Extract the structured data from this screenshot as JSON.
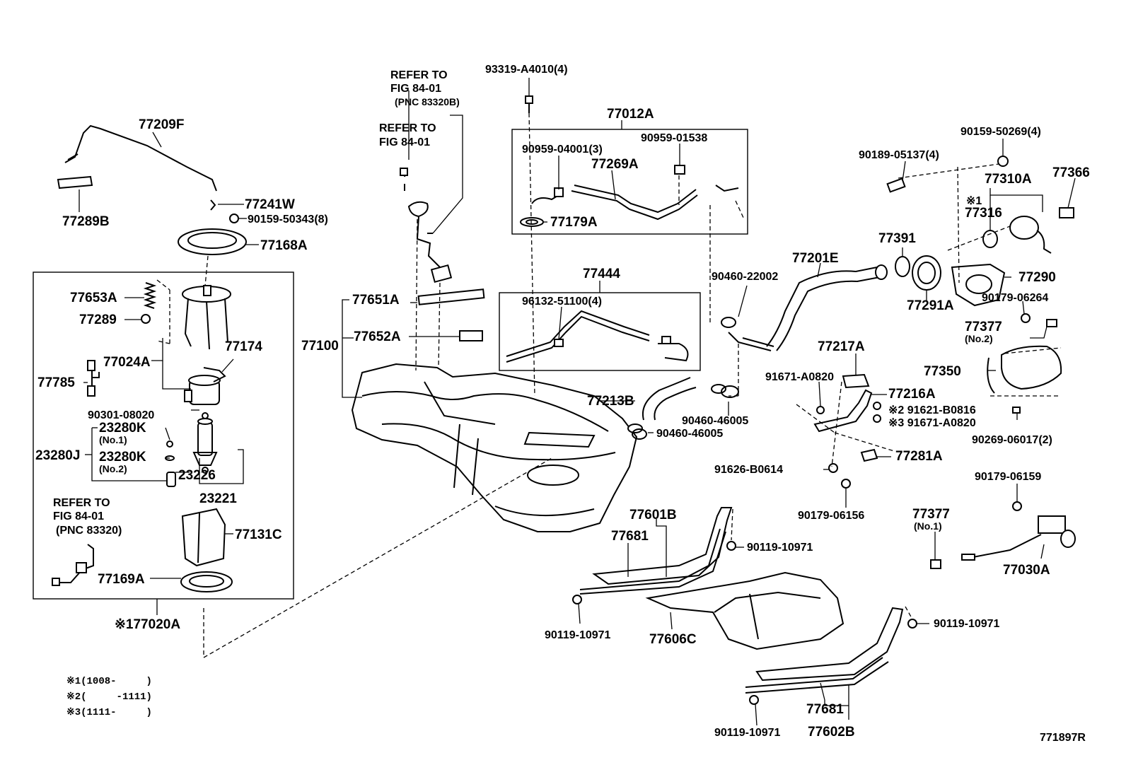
{
  "diagram": {
    "callouts": {
      "p77209F": "77209F",
      "p77289B": "77289B",
      "p77241W": "77241W",
      "p90159_50343": "90159-50343(8)",
      "p77168A": "77168A",
      "p77653A": "77653A",
      "p77289": "77289",
      "p77024A": "77024A",
      "p77174": "77174",
      "p77785": "77785",
      "p90301_08020": "90301-08020",
      "p23280K_1": "23280K",
      "p23280K_1_note": "(No.1)",
      "p23280J": "23280J",
      "p23280K_2": "23280K",
      "p23280K_2_note": "(No.2)",
      "p23226": "23226",
      "p23221": "23221",
      "p77131C": "77131C",
      "p77169A": "77169A",
      "p77020A": "※177020A",
      "refer3_l1": "REFER TO",
      "refer3_l2": "FIG 84-01",
      "refer3_l3": "(PNC 83320)",
      "refer1_l1": "REFER TO",
      "refer1_l2": "FIG 84-01",
      "refer1_l3": "(PNC 83320B)",
      "refer2_l1": "REFER TO",
      "refer2_l2": "FIG 84-01",
      "p93319": "93319-A4010(4)",
      "p77012A": "77012A",
      "p90959_04001": "90959-04001(3)",
      "p90959_01538": "90959-01538",
      "p77269A": "77269A",
      "p77179A": "77179A",
      "p77651A": "77651A",
      "p77652A": "77652A",
      "p77100": "77100",
      "p77444": "77444",
      "p96132": "96132-51100(4)",
      "p77213B": "77213B",
      "p90460_46005a": "90460-46005",
      "p90460_46005b": "90460-46005",
      "p90460_22002": "90460-22002",
      "p77201E": "77201E",
      "p77391": "77391",
      "p77291A": "77291A",
      "p77217A": "77217A",
      "p91671_A0820a": "91671-A0820",
      "p77216A": "77216A",
      "p91621_B0816": "※2 91621-B0816",
      "p91671_A0820b": "※3 91671-A0820",
      "p77281A": "77281A",
      "p91626_B0614": "91626-B0614",
      "p90179_06156": "90179-06156",
      "p90159_50269": "90159-50269(4)",
      "p90189_05137": "90189-05137(4)",
      "p77310A": "77310A",
      "p77366": "77366",
      "p77316": "77316",
      "p77316_mark": "※1",
      "p77290": "77290",
      "p90179_06264": "90179-06264",
      "p77377_2": "77377",
      "p77377_2_note": "(No.2)",
      "p77350": "77350",
      "p90269_06017": "90269-06017(2)",
      "p90179_06159": "90179-06159",
      "p77377_1": "77377",
      "p77377_1_note": "(No.1)",
      "p77030A": "77030A",
      "p77601B": "77601B",
      "p77681a": "77681",
      "p90119_a": "90119-10971",
      "p90119_b": "90119-10971",
      "p77606C": "77606C",
      "p90119_c": "90119-10971",
      "p77681b": "77681",
      "p90119_d": "90119-10971",
      "p77602B": "77602B"
    },
    "notes": {
      "n1": "※1(1008-     )",
      "n2": "※2(     -1111)",
      "n3": "※3(1111-     )"
    },
    "figure_code": "771897R"
  }
}
